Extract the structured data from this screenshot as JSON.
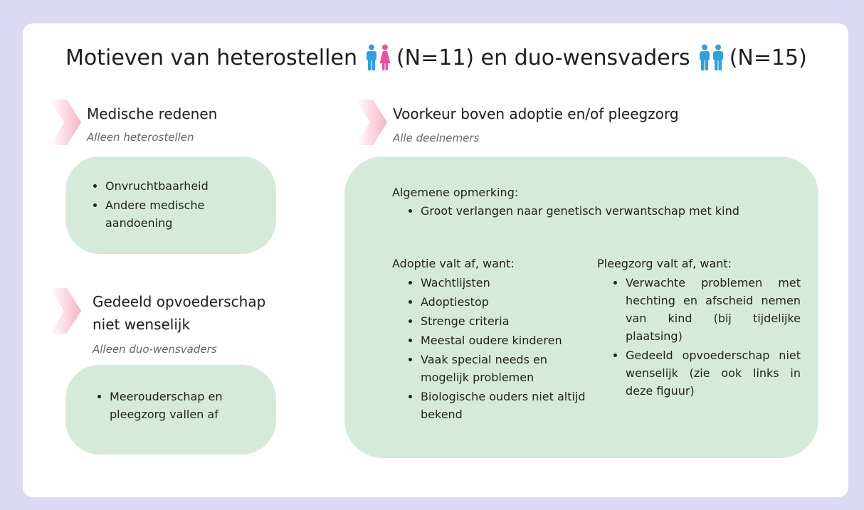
{
  "title": {
    "part1": "Motieven van heterostellen",
    "part2": "(N=11) en duo-wensvaders",
    "part3": "(N=15)"
  },
  "icons": {
    "hetero": [
      "man-icon",
      "woman-icon"
    ],
    "duo": [
      "man-icon",
      "man-icon"
    ],
    "colors": {
      "man": "#2fa0d8",
      "woman": "#e8529b",
      "chevron": "#f7b8c9",
      "box": "#d6eadb",
      "frame": "#dcd9f5"
    }
  },
  "medical": {
    "heading": "Medische redenen",
    "sub": "Alleen heterostellen",
    "items": [
      "Onvruchtbaarheid",
      "Andere medische aandoening"
    ]
  },
  "shared": {
    "heading_line1": "Gedeeld opvoederschap",
    "heading_line2": "niet wenselijk",
    "sub": "Alleen duo-wensvaders",
    "items": [
      "Meerouderschap en pleegzorg vallen af"
    ]
  },
  "preference": {
    "heading": "Voorkeur boven adoptie en/of pleegzorg",
    "sub": "Alle deelnemers",
    "general_label": "Algemene opmerking:",
    "general_items": [
      "Groot verlangen naar  genetisch verwantschap met kind"
    ],
    "adoption_label": "Adoptie valt af, want:",
    "adoption_items": [
      "Wachtlijsten",
      "Adoptiestop",
      "Strenge criteria",
      "Meestal oudere kinderen",
      "Vaak special needs en mogelijk problemen",
      "Biologische ouders niet altijd bekend"
    ],
    "foster_label": "Pleegzorg valt af, want:",
    "foster_items": [
      "Verwachte problemen met hechting en afscheid nemen van kind (bij tijdelijke plaatsing)",
      "Gedeeld opvoederschap niet wenselijk (zie ook links in deze figuur)"
    ]
  }
}
